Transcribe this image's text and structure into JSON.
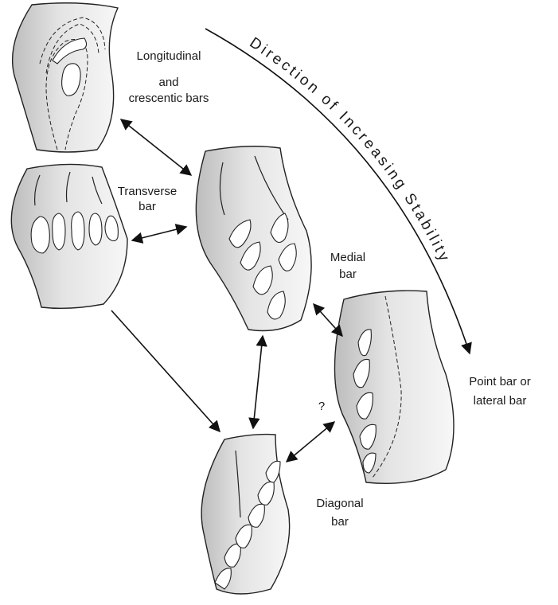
{
  "diagram": {
    "axis_label": "Direction of Increasing Stability",
    "question_mark": "?",
    "bars": [
      {
        "id": "longitudinal",
        "label_lines": [
          "Longitudinal",
          "and",
          "crescentic bars"
        ]
      },
      {
        "id": "transverse",
        "label_lines": [
          "Transverse",
          "bar"
        ]
      },
      {
        "id": "medial",
        "label_lines": [
          "Medial",
          "bar"
        ]
      },
      {
        "id": "point",
        "label_lines": [
          "Point bar or",
          "lateral bar"
        ]
      },
      {
        "id": "diagonal",
        "label_lines": [
          "Diagonal",
          "bar"
        ]
      }
    ]
  }
}
